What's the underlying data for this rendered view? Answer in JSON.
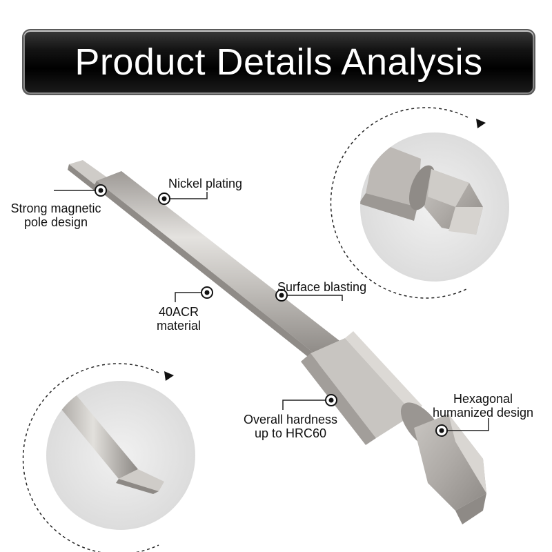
{
  "banner": {
    "title": "Product Details Analysis"
  },
  "callouts": {
    "magnetic": {
      "line1": "Strong magnetic",
      "line2": "pole design"
    },
    "nickel": {
      "text": "Nickel plating"
    },
    "material": {
      "line1": "40ACR",
      "line2": "material"
    },
    "blasting": {
      "text": "Surface blasting"
    },
    "hardness": {
      "line1": "Overall hardness",
      "line2": "up to HRC60"
    },
    "hexagonal": {
      "line1": "Hexagonal",
      "line2": "humanized design"
    }
  },
  "icons": {
    "marker": "target-dot-icon",
    "arrow": "arrow-head-icon"
  },
  "colors": {
    "banner_bg": "#000000",
    "banner_text": "#ffffff",
    "metal_light": "#dcdad8",
    "metal_mid": "#b9b6b2",
    "metal_dark": "#8e8a86",
    "zoom_bg": "#e9e9e9"
  }
}
